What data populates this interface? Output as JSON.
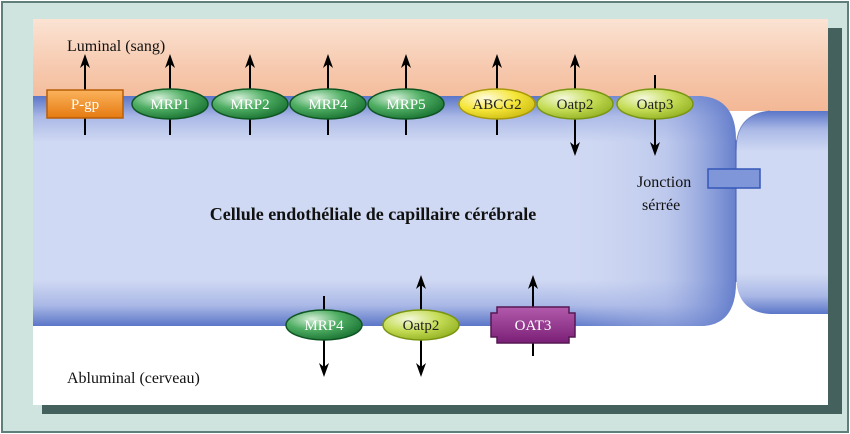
{
  "labels": {
    "luminal": "Luminal (sang)",
    "abluminal": "Abluminal (cerveau)",
    "cell": "Cellule endothéliale de capillaire cérébrale",
    "junction_line1": "Jonction",
    "junction_line2": "sérrée"
  },
  "top_transporters": [
    {
      "name": "P-gp",
      "shape": "rect",
      "color": "#f08a1c",
      "text_color": "#ffffff",
      "direction": "up"
    },
    {
      "name": "MRP1",
      "shape": "ellipse",
      "color": "#1e8a3e",
      "text_color": "#ffffff",
      "direction": "up"
    },
    {
      "name": "MRP2",
      "shape": "ellipse",
      "color": "#1e8a3e",
      "text_color": "#ffffff",
      "direction": "up"
    },
    {
      "name": "MRP4",
      "shape": "ellipse",
      "color": "#1e8a3e",
      "text_color": "#ffffff",
      "direction": "up"
    },
    {
      "name": "MRP5",
      "shape": "ellipse",
      "color": "#1e8a3e",
      "text_color": "#ffffff",
      "direction": "up"
    },
    {
      "name": "ABCG2",
      "shape": "ellipse",
      "color": "#f2e21a",
      "text_color": "#222222",
      "direction": "up"
    },
    {
      "name": "Oatp2",
      "shape": "ellipse",
      "color": "#b6d233",
      "text_color": "#222222",
      "direction": "both"
    },
    {
      "name": "Oatp3",
      "shape": "ellipse",
      "color": "#b6d233",
      "text_color": "#222222",
      "direction": "down"
    }
  ],
  "bottom_transporters": [
    {
      "name": "MRP4",
      "shape": "ellipse",
      "color": "#1e8a3e",
      "text_color": "#ffffff",
      "direction": "down"
    },
    {
      "name": "Oatp2",
      "shape": "ellipse",
      "color": "#b6d233",
      "text_color": "#222222",
      "direction": "both"
    },
    {
      "name": "OAT3",
      "shape": "notched",
      "color": "#8e2a8a",
      "text_color": "#ffffff",
      "direction": "up"
    }
  ],
  "colors": {
    "frame": "#cfe3df",
    "frame_border": "#5f7f7a",
    "blood": "#f6c8ac",
    "cell": "#c9d3ef",
    "cell_edge": "#5a74c4",
    "junction": "#6f8ad2"
  }
}
